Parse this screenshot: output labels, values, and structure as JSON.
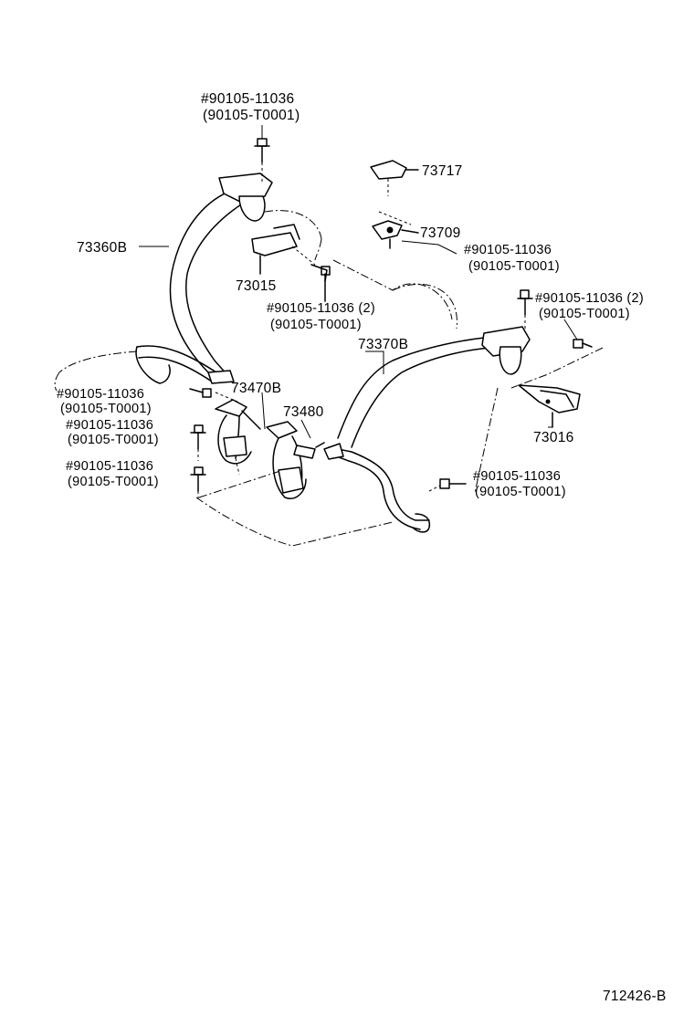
{
  "diagram": {
    "labels": {
      "bolt_top": "#90105-11036",
      "bolt_top_alt": "(90105-T0001)",
      "part_73717": "73717",
      "part_73709": "73709",
      "bolt_mid_right": "#90105-11036",
      "bolt_mid_right_alt": "(90105-T0001)",
      "part_73360B": "73360B",
      "part_73015": "73015",
      "bolt_73015": "#90105-11036 (2)",
      "bolt_73015_alt": "(90105-T0001)",
      "bolt_right_2": "#90105-11036 (2)",
      "bolt_right_2_alt": "(90105-T0001)",
      "part_73370B": "73370B",
      "bolt_left_1": "#90105-11036",
      "bolt_left_1_alt": "(90105-T0001)",
      "part_73470B": "73470B",
      "part_73480": "73480",
      "part_73016": "73016",
      "bolt_left_2": "#90105-11036",
      "bolt_left_2_alt": "(90105-T0001)",
      "bolt_left_3": "#90105-11036",
      "bolt_left_3_alt": "(90105-T0001)",
      "bolt_bottom_right": "#90105-11036",
      "bolt_bottom_right_alt": "(90105-T0001)",
      "figure_id": "712426-B"
    }
  }
}
